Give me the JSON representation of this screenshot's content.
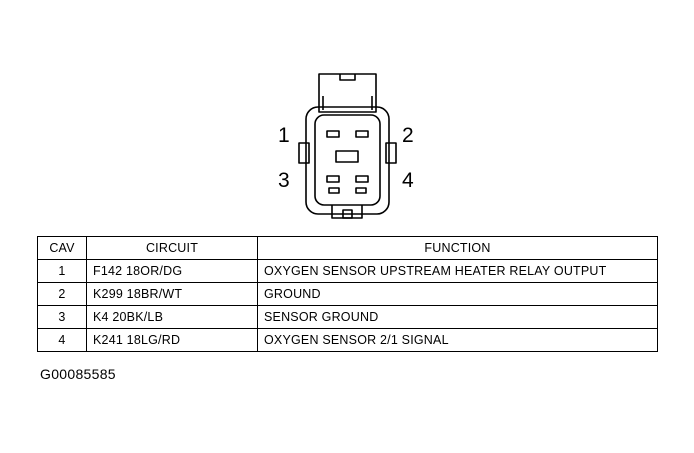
{
  "connector": {
    "pins": [
      {
        "number": "1"
      },
      {
        "number": "2"
      },
      {
        "number": "3"
      },
      {
        "number": "4"
      }
    ]
  },
  "table": {
    "headers": {
      "cav": "CAV",
      "circuit": "CIRCUIT",
      "function": "FUNCTION"
    },
    "rows": [
      {
        "cav": "1",
        "circuit": "F142 18OR/DG",
        "function": "OXYGEN SENSOR UPSTREAM HEATER RELAY OUTPUT"
      },
      {
        "cav": "2",
        "circuit": "K299 18BR/WT",
        "function": "GROUND"
      },
      {
        "cav": "3",
        "circuit": "K4 20BK/LB",
        "function": "SENSOR GROUND"
      },
      {
        "cav": "4",
        "circuit": "K241 18LG/RD",
        "function": "OXYGEN SENSOR 2/1 SIGNAL"
      }
    ]
  },
  "figure_id": "G00085585",
  "colors": {
    "line": "#000000",
    "background": "#ffffff"
  }
}
